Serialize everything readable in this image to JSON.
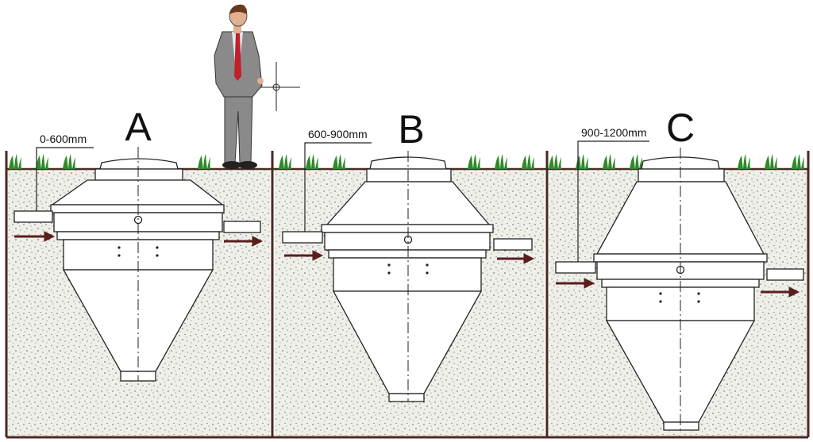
{
  "panels": [
    {
      "id": "A",
      "letter": "A",
      "depth_range": "0-600mm"
    },
    {
      "id": "B",
      "letter": "B",
      "depth_range": "600-900mm"
    },
    {
      "id": "C",
      "letter": "C",
      "depth_range": "900-1200mm"
    }
  ],
  "colors": {
    "soil_background": "#efefea",
    "soil_speckle": "#5a5a55",
    "frame": "#4a2a20",
    "grass": "#2f8a2a",
    "arrow": "#5a1e1e",
    "tank_fill": "#ffffff",
    "tank_stroke": "#222222",
    "suit": "#8a8a8a",
    "tie": "#c0202a"
  }
}
